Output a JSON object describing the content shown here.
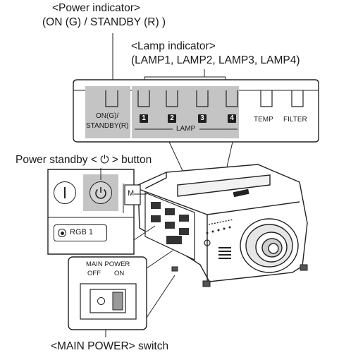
{
  "callouts": {
    "power_indicator_title": "<Power indicator>",
    "power_indicator_states": "(ON (G) / STANDBY (R) )",
    "lamp_indicator_title": "<Lamp indicator>",
    "lamp_indicator_list": "(LAMP1, LAMP2, LAMP3, LAMP4)",
    "power_standby_button": "Power standby < ⏻ > button",
    "main_power_switch": "<MAIN POWER> switch"
  },
  "indicator_panel": {
    "on_standby_label_1": "ON(G)/",
    "on_standby_label_2": "STANDBY(R)",
    "lamp_numbers": [
      "1",
      "2",
      "3",
      "4"
    ],
    "lamp_group_label": "LAMP",
    "temp_label": "TEMP",
    "filter_label": "FILTER"
  },
  "control_panel": {
    "input_button_label": "RGB 1",
    "side_letter": "M"
  },
  "main_power": {
    "title": "MAIN POWER",
    "off_label": "OFF",
    "on_label": "ON"
  },
  "colors": {
    "highlight": "#c4c4c4",
    "line": "#222222"
  }
}
